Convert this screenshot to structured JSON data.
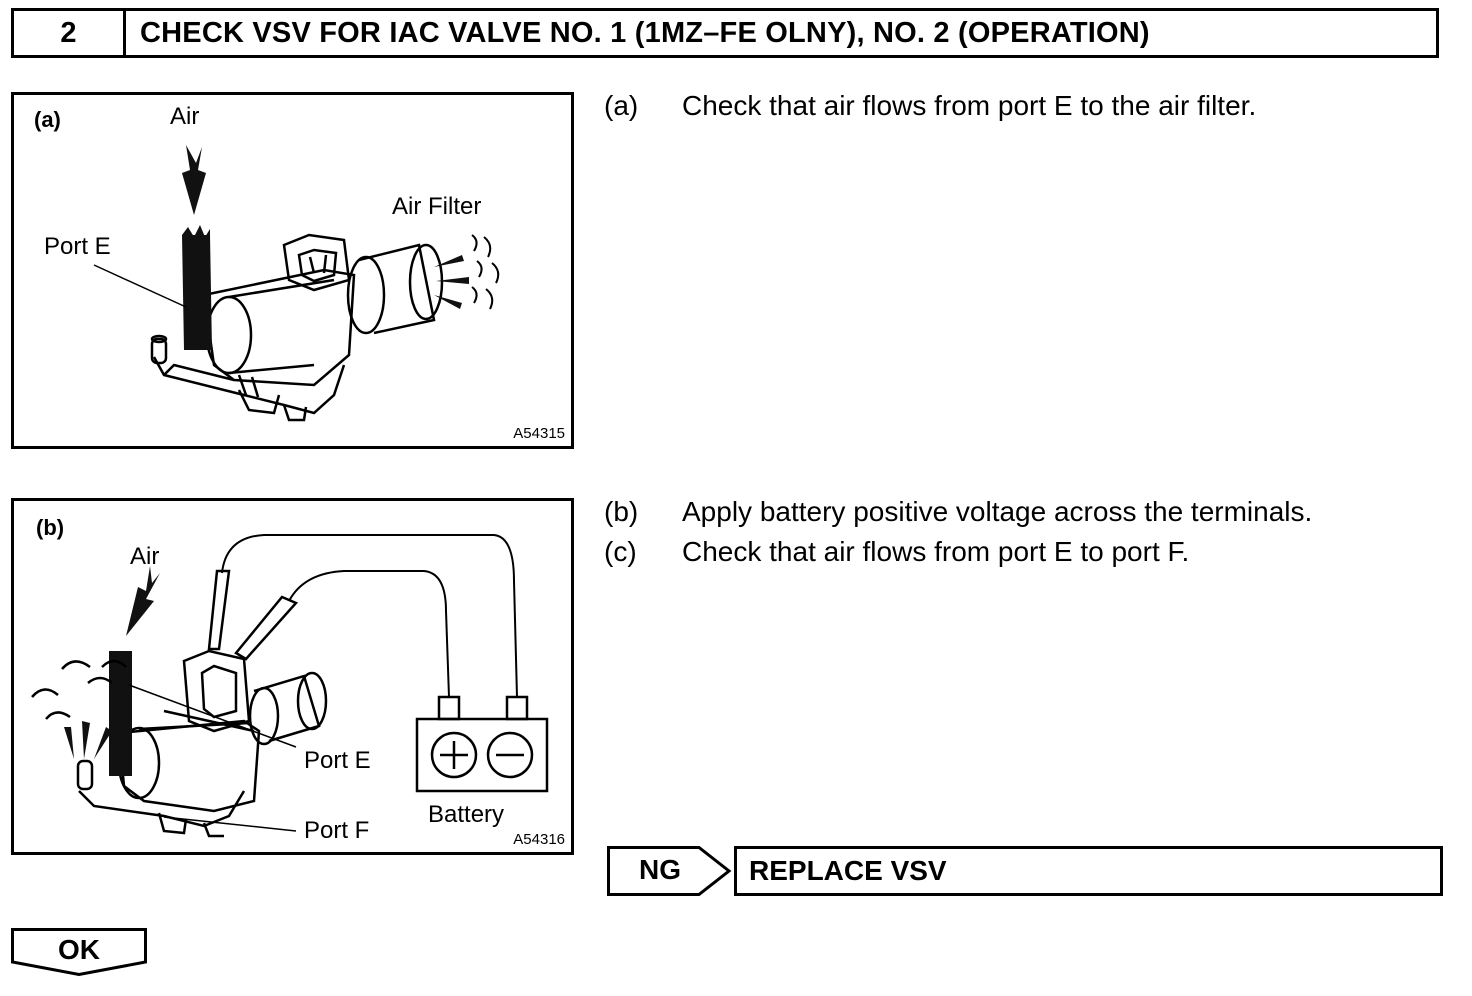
{
  "header": {
    "step_number": "2",
    "title": "CHECK VSV FOR IAC VALVE NO. 1 (1MZ–FE OLNY), NO. 2 (OPERATION)"
  },
  "figure_a": {
    "tag": "(a)",
    "air_label": "Air",
    "air_filter_label": "Air Filter",
    "port_e_label": "Port E",
    "code": "A54315"
  },
  "figure_b": {
    "tag": "(b)",
    "air_label": "Air",
    "port_e_label": "Port E",
    "port_f_label": "Port F",
    "battery_label": "Battery",
    "code": "A54316"
  },
  "instructions": [
    {
      "mark": "(a)",
      "text": "Check that air flows from port E to the air filter."
    },
    {
      "mark": "(b)",
      "text": "Apply battery positive voltage across the terminals."
    },
    {
      "mark": "(c)",
      "text": "Check that air flows from port E to port F."
    }
  ],
  "result_ng": {
    "label": "NG",
    "action": "REPLACE VSV"
  },
  "result_ok": {
    "label": "OK"
  }
}
